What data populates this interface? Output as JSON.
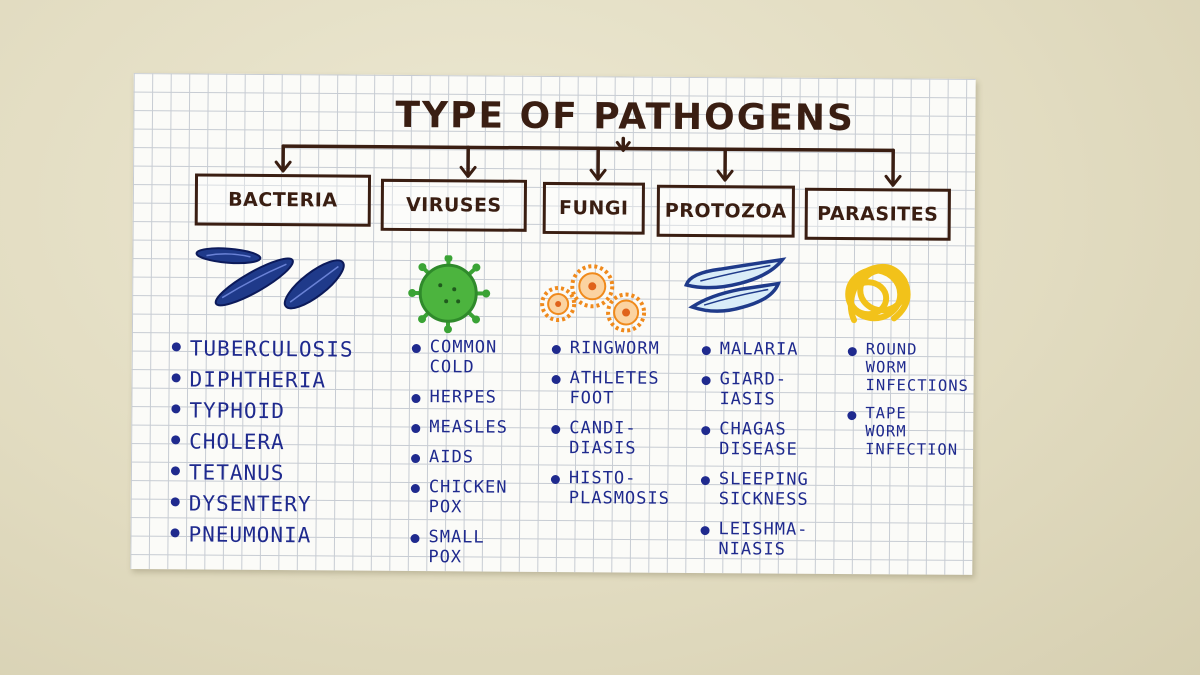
{
  "title": "TYPE OF PATHOGENS",
  "categories": [
    {
      "label": "BACTERIA",
      "color": "#1f3a8a",
      "diseases": [
        "TUBERCULOSIS",
        "DIPHTHERIA",
        "TYPHOID",
        "CHOLERA",
        "TETANUS",
        "DYSENTERY",
        "PNEUMONIA"
      ]
    },
    {
      "label": "VIRUSES",
      "color": "#3aa335",
      "diseases": [
        "COMMON\nCOLD",
        "HERPES",
        "MEASLES",
        "AIDS",
        "CHICKEN\nPOX",
        "SMALL\nPOX"
      ]
    },
    {
      "label": "FUNGI",
      "color": "#f08a1c",
      "diseases": [
        "RINGWORM",
        "ATHLETES\nFOOT",
        "CANDI-\nDIASIS",
        "HISTO-\nPLASMOSIS"
      ]
    },
    {
      "label": "PROTOZOA",
      "color": "#1f3a8a",
      "diseases": [
        "MALARIA",
        "GIARD-\nIASIS",
        "CHAGAS\nDISEASE",
        "SLEEPING\nSICKNESS",
        "LEISHMA-\nNIASIS"
      ]
    },
    {
      "label": "PARASITES",
      "color": "#f2c21a",
      "diseases": [
        "ROUND\nWORM\nINFECTIONS",
        "TAPE\nWORM\nINFECTION"
      ]
    }
  ],
  "colors": {
    "ink_brown": "#3a1e12",
    "ink_blue": "#1f2a8e",
    "grid": "#c7ccd3"
  }
}
